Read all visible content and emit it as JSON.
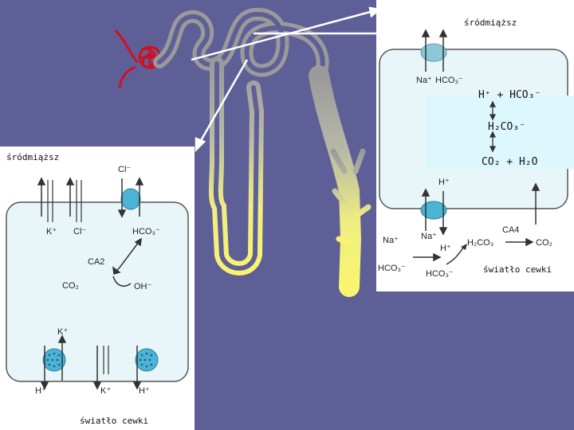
{
  "left_panel": {
    "interstitium_label": "śródmiąższ",
    "lumen_label": "światło cewki",
    "ions_top": {
      "k": "K⁺",
      "cl": "Cl⁻",
      "cl_out": "Cl⁻"
    },
    "hco3": "HCO₃⁻",
    "enzyme": "CA2",
    "co2": "CO₂",
    "oh": "OH⁻",
    "k_upper": "K⁺",
    "h_left": "H⁺",
    "k_bottom": "K⁺",
    "h_right": "H⁺"
  },
  "right_panel": {
    "interstitium_label": "śródmiąższ",
    "lumen_label": "światło cewki",
    "na_top": "Na⁺",
    "hco3_top": "HCO₃⁻",
    "h_plus": "H⁺  +  HCO₃⁻",
    "h2co3": "H₂CO₃⁻",
    "co2_h2o": "CO₂  +  H₂O",
    "h_lower": "H⁺",
    "na_out": "Na⁺",
    "na_in": "Na⁺",
    "h_small": "H⁺",
    "enzyme": "CA4",
    "h2co3_lumen": "H₂CO₃",
    "co2_lumen": "CO₂",
    "hco3_left": "HCO₃⁻",
    "hco3_mid": "HCO₃⁻"
  },
  "colors": {
    "background": "#5f5f98",
    "cell": "#e8f6fa",
    "inner_box": "#ddf8fd",
    "glomerulus": "#d01020",
    "tubule_top": "#8a8a8a",
    "tubule_bottom": "#f5f070",
    "arrow": "#ffffff",
    "transporter": "#4bb3d3"
  }
}
